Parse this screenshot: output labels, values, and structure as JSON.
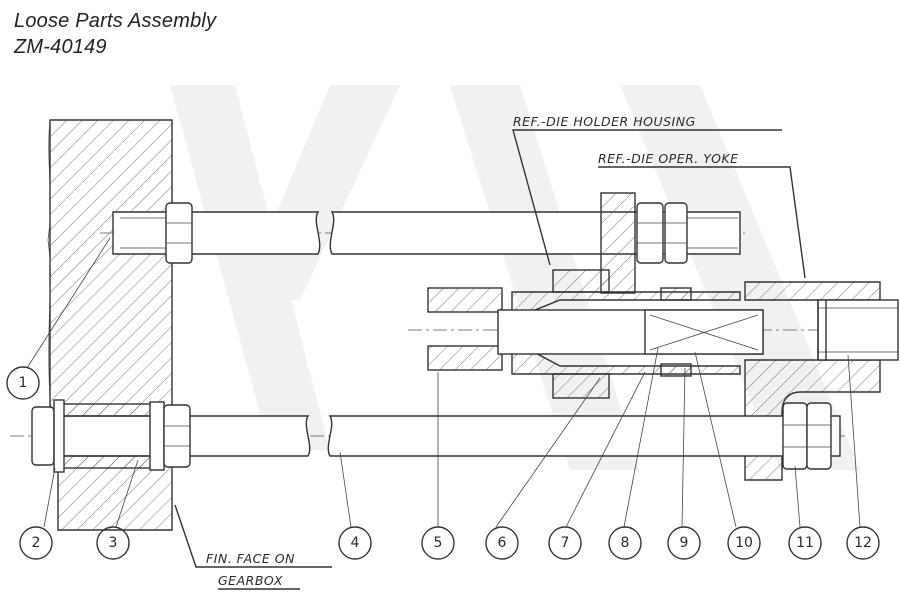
{
  "header": {
    "title": "Loose Parts Assembly",
    "part_number": "ZM-40149"
  },
  "references": {
    "die_holder_housing": "REF.-DIE HOLDER HOUSING",
    "die_oper_yoke": "REF.-DIE OPER. YOKE",
    "gearbox_face_line1": "FIN. FACE ON",
    "gearbox_face_line2": "GEARBOX"
  },
  "balloons": [
    "1",
    "2",
    "3",
    "4",
    "5",
    "6",
    "7",
    "8",
    "9",
    "10",
    "11",
    "12"
  ]
}
